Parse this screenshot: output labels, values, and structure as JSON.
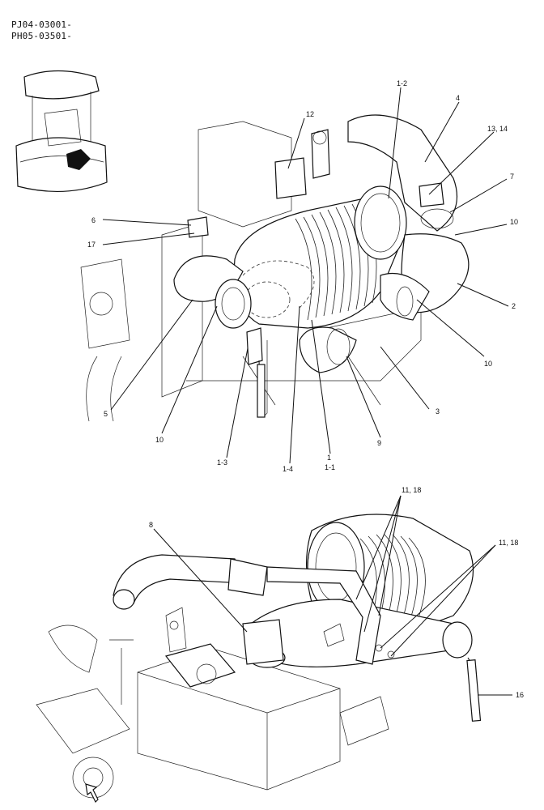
{
  "header": {
    "serial_1": "PJ04-03001-",
    "serial_2": "PH05-03501-"
  },
  "top_callouts": [
    "1-2",
    "4",
    "12",
    "13, 14",
    "7",
    "6",
    "17",
    "10",
    "2",
    "10",
    "3",
    "5",
    "10",
    "9",
    "1-3",
    "1-4",
    "1",
    "1-1"
  ],
  "bottom_callouts": [
    "11, 18",
    "8",
    "11, 18",
    "16"
  ]
}
